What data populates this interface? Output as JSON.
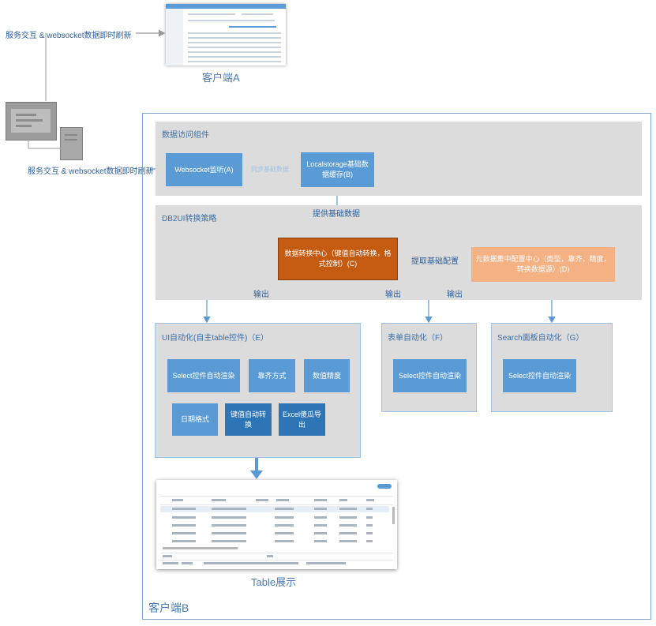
{
  "top_left_label": "服务交互 & websocket数据即时刷新",
  "client_a_label": "客户端A",
  "mid_left_label": "服务交互 & websocket数据即时刷新",
  "client_b_label": "客户端B",
  "panel_access": {
    "title": "数据访问组件",
    "websocket_box": "Websocket监听(A)",
    "sync_label": "同步基础数据",
    "localstorage_box": "Localstorage基础数据缓存(B)"
  },
  "provide_label": "提供基础数据",
  "panel_strategy": {
    "title": "DB2UI转换策略",
    "center_box": "数据转换中心（键值自动转换，格式控制）(C)",
    "fetch_label": "提取基础配置",
    "meta_box": "元数据集中配置中心（类型，靠齐，精度，转换数据源）(D)"
  },
  "output_labels": [
    "输出",
    "输出",
    "输出"
  ],
  "panel_ui": {
    "title": "UI自动化(自主table控件)（E）",
    "items": [
      "Select控件自动渲染",
      "靠齐方式",
      "数值精度",
      "日期格式",
      "键值自动转换",
      "Excel傻瓜导出"
    ]
  },
  "panel_form": {
    "title": "表单自动化（F）",
    "item": "Select控件自动渲染"
  },
  "panel_search": {
    "title": "Search面板自动化（G）",
    "item": "Select控件自动渲染"
  },
  "table_label": "Table展示",
  "colors": {
    "blue": "#5b9bd5",
    "dark_blue": "#2e75b6",
    "orange": "#c55a11",
    "peach": "#f4b183",
    "panel": "#dcdcdc"
  }
}
